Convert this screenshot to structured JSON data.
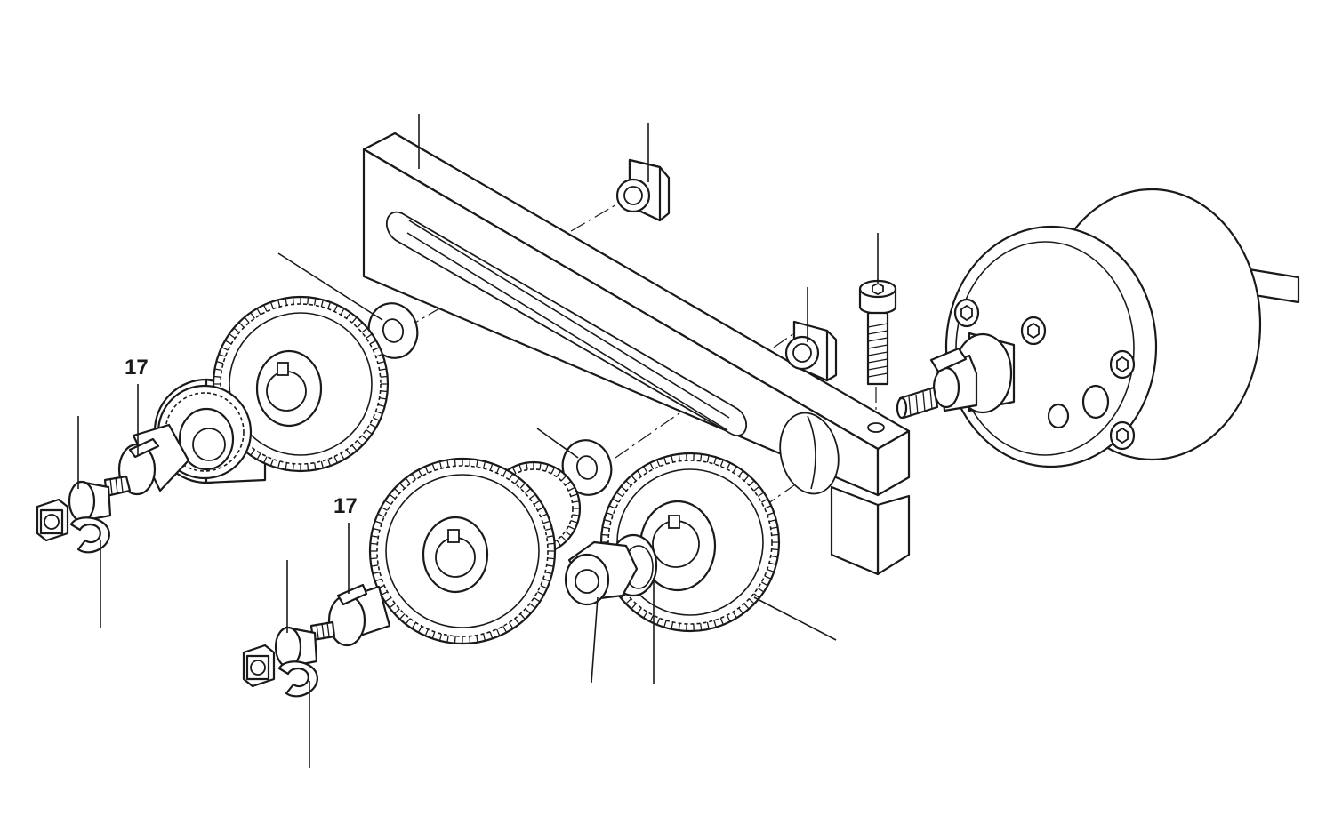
{
  "diagram": {
    "callouts": [
      {
        "id": "callout-17-upper",
        "label": "17"
      },
      {
        "id": "callout-17-lower",
        "label": "17"
      }
    ],
    "parts": [
      "slotted-bracket",
      "square-nut-upper",
      "square-nut-middle",
      "socket-cap-screw",
      "motor-hub",
      "washer-upper",
      "washer-lower",
      "large-gear-upper",
      "small-gear-upper",
      "large-gear-lower",
      "small-gear-lower",
      "large-gear-right",
      "hex-nut",
      "hub-washer",
      "stud-assembly-upper",
      "stud-assembly-lower"
    ]
  }
}
